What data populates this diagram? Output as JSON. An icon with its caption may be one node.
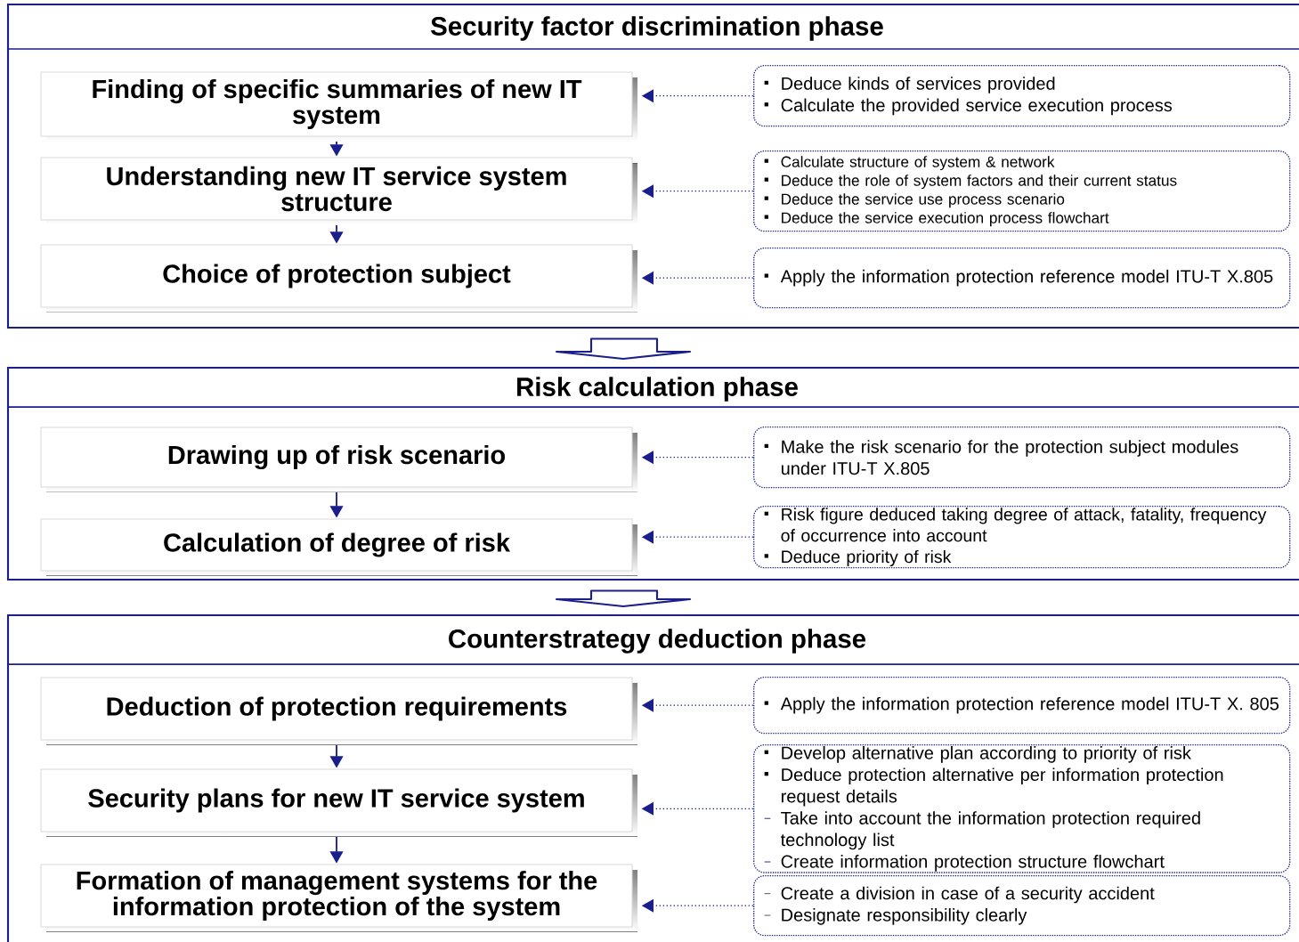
{
  "diagram": {
    "nodes": [
      {
        "text": [
          "Security factor discrimination phase"
        ]
      },
      {
        "text": [
          "Finding of specific summaries of new IT system"
        ],
        "in": 0
      },
      {
        "text": [
          "Understanding new IT service system structure"
        ],
        "in": 0
      },
      {
        "text": [
          "Choice of protection subject"
        ],
        "in": 0
      },
      {
        "text": [
          "Deduce kinds of services provided",
          "Calculate the provided service execution process"
        ],
        "in": 0
      },
      {
        "text": [
          "Calculate structure of system & network",
          "Deduce the role of system factors and their current status",
          "Deduce the service use process scenario",
          "Deduce the service execution process flowchart"
        ],
        "in": 0
      },
      {
        "text": [
          "Apply the information protection reference model ITU-T X.805"
        ],
        "in": 0
      },
      {
        "text": [
          "Risk calculation phase"
        ]
      },
      {
        "text": [
          "Drawing up of risk scenario"
        ],
        "in": 7
      },
      {
        "text": [
          "Calculation of degree of risk"
        ],
        "in": 7
      },
      {
        "text": [
          "Make the risk scenario for the protection subject modules under ITU-T X.805"
        ],
        "in": 7
      },
      {
        "text": [
          "Risk figure deduced taking degree of attack, fatality, frequency of occurrence into account",
          "Deduce priority of risk"
        ],
        "in": 7
      },
      {
        "text": [
          "Counterstrategy deduction phase"
        ]
      },
      {
        "text": [
          "Deduction of protection requirements"
        ],
        "in": 12
      },
      {
        "text": [
          "Security plans for new IT service system"
        ],
        "in": 12
      },
      {
        "text": [
          "Formation of management systems for the information protection of the system"
        ],
        "in": 12
      },
      {
        "text": [
          "Apply the information protection reference model ITU-T X. 805"
        ],
        "in": 12
      },
      {
        "text": [
          "Develop alternative plan according to priority of risk",
          "Deduce protection alternative per information protection request details",
          "Take into account the information protection required technology list",
          "Create information protection structure flowchart"
        ],
        "in": 12
      },
      {
        "text": [
          "Create a division in case of a security accident",
          "Designate responsibility clearly"
        ],
        "in": 12
      }
    ],
    "edges": [
      {
        "from": 1,
        "to": 2,
        "arrow": "to"
      },
      {
        "from": 2,
        "to": 3,
        "arrow": "to"
      },
      {
        "from": 4,
        "to": 1,
        "arrow": "to",
        "style": "dashed"
      },
      {
        "from": 5,
        "to": 2,
        "arrow": "to",
        "style": "dashed"
      },
      {
        "from": 6,
        "to": 3,
        "arrow": "to",
        "style": "dashed"
      },
      {
        "from": 0,
        "to": 7,
        "arrow": "to",
        "style": "thick"
      },
      {
        "from": 8,
        "to": 9,
        "arrow": "to"
      },
      {
        "from": 10,
        "to": 8,
        "arrow": "to",
        "style": "dashed"
      },
      {
        "from": 11,
        "to": 9,
        "arrow": "to",
        "style": "dashed"
      },
      {
        "from": 7,
        "to": 12,
        "arrow": "to",
        "style": "thick"
      },
      {
        "from": 13,
        "to": 14,
        "arrow": "to"
      },
      {
        "from": 14,
        "to": 15,
        "arrow": "to"
      },
      {
        "from": 16,
        "to": 13,
        "arrow": "to",
        "style": "dashed"
      },
      {
        "from": 17,
        "to": 14,
        "arrow": "to",
        "style": "dashed"
      },
      {
        "from": 18,
        "to": 15,
        "arrow": "to",
        "style": "dashed"
      }
    ]
  }
}
